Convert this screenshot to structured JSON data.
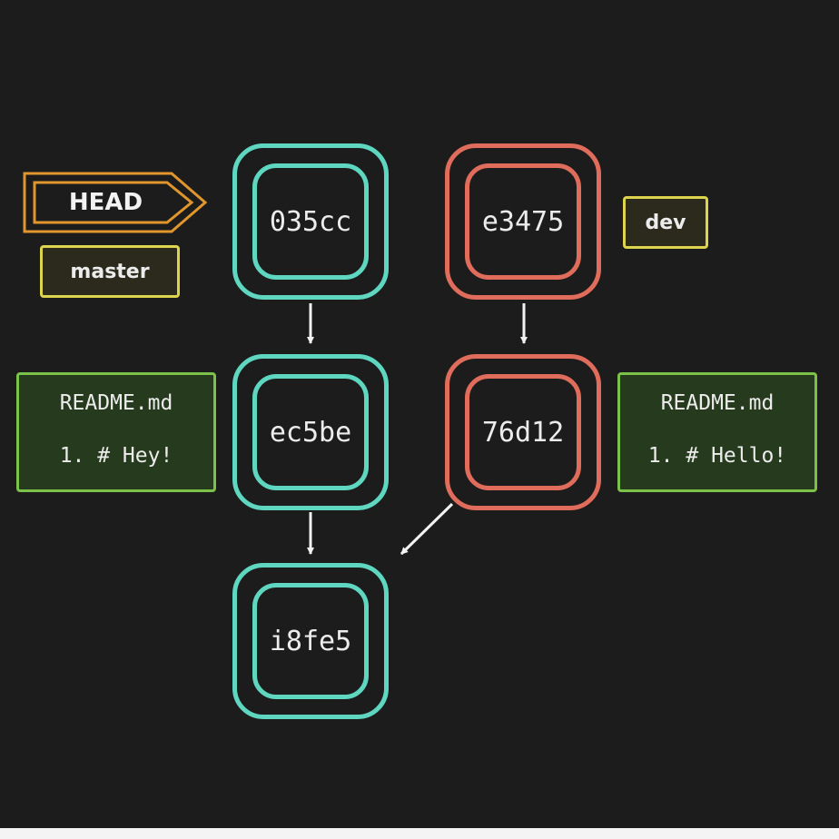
{
  "head": {
    "label": "HEAD"
  },
  "branches": {
    "master": "master",
    "dev": "dev"
  },
  "commits": {
    "c035cc": "035cc",
    "ec5be": "ec5be",
    "i8fe5": "i8fe5",
    "e3475": "e3475",
    "d76d12": "76d12"
  },
  "files": {
    "master_readme": {
      "name": "README.md",
      "line": "1. # Hey!"
    },
    "dev_readme": {
      "name": "README.md",
      "line": "1. # Hello!"
    }
  },
  "colors": {
    "background": "#1c1c1c",
    "master_commit": "#5fd6c0",
    "dev_commit": "#e06c5b",
    "head_tag": "#e0962c",
    "branch_tag": "#ddd44e",
    "file_box": "#7cc24a",
    "arrow": "#f2f2f2"
  }
}
